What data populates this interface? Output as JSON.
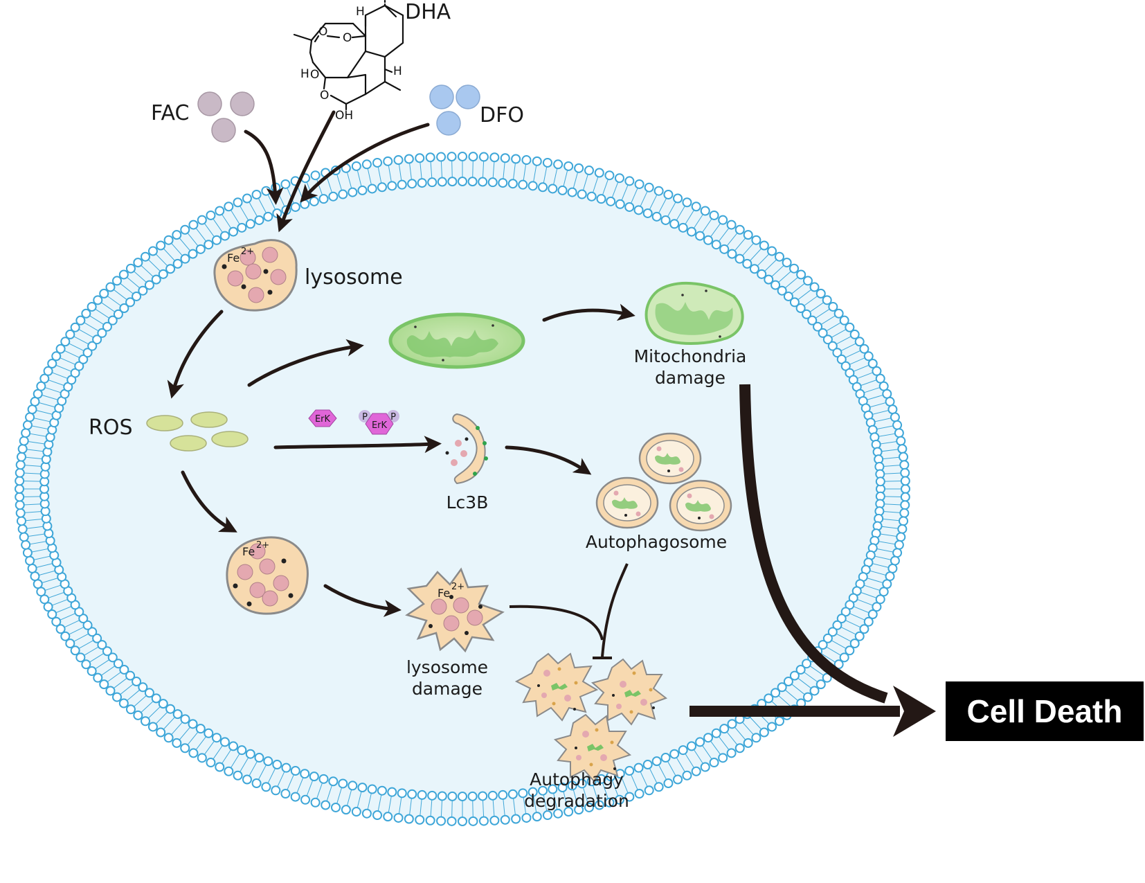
{
  "labels": {
    "dha": "DHA",
    "fac": "FAC",
    "dfo": "DFO",
    "lysosome": "lysosome",
    "ros": "ROS",
    "erk": "ErK",
    "phospho": "P",
    "lc3b": "Lc3B",
    "mitochondria_damage_line1": "Mitochondria",
    "mitochondria_damage_line2": "damage",
    "autophagosome": "Autophagosome",
    "lysosome_damage_line1": "lysosome",
    "lysosome_damage_line2": "damage",
    "autophagy_degradation_line1": "Autophagy",
    "autophagy_degradation_line2": "degradation",
    "cell_death": "Cell Death",
    "fe": "Fe",
    "fe_charge": "2+",
    "chem_h": "H",
    "chem_o": "O",
    "chem_oh": "OH"
  },
  "colors": {
    "membrane": "#3ea6d8",
    "cytoplasm": "#e8f5fb",
    "lysosome_fill": "#f7d9b0",
    "lysosome_vesicle": "#e4a8b0",
    "mitochondria": "#7ac467",
    "ros": "#d6e29a",
    "fac_particle": "#c9b9c6",
    "dfo_particle": "#a9c8ef",
    "erk": "#e066d8",
    "cell_death_bg": "#000000"
  }
}
